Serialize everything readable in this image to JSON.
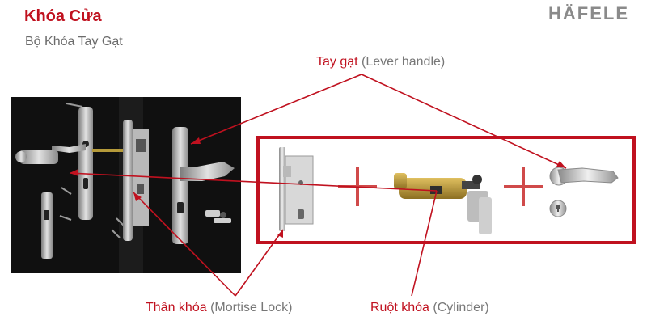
{
  "header": {
    "title": "Khóa Cửa",
    "subtitle": "Bộ Khóa Tay Gạt",
    "brand": "HÄFELE"
  },
  "labels": {
    "lever": {
      "vn": "Tay gạt",
      "en": "(Lever handle)"
    },
    "mortise": {
      "vn": "Thân khóa",
      "en": "(Mortise Lock)"
    },
    "cylinder": {
      "vn": "Ruột khóa",
      "en": "(Cylinder)"
    }
  },
  "colors": {
    "accent": "#c0111f",
    "text_muted": "#777777",
    "photo_bg": "#101010"
  }
}
